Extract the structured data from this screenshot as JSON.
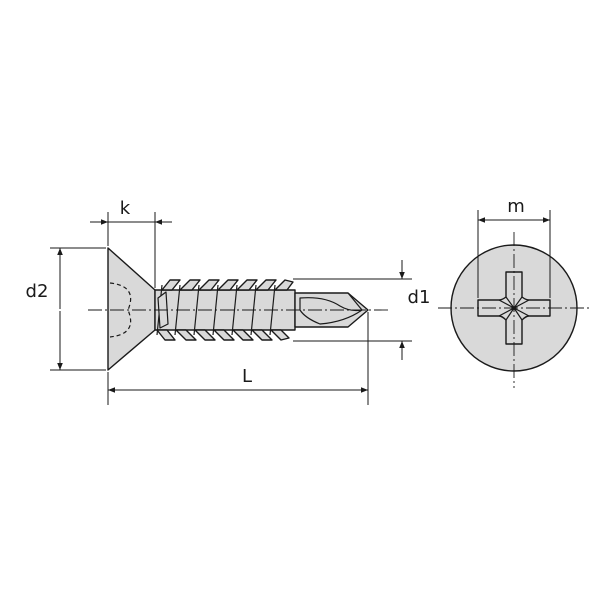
{
  "dimensions": {
    "k": "k",
    "d2": "d2",
    "d1": "d1",
    "L": "L",
    "m": "m"
  },
  "colors": {
    "fill": "#d9d9d9",
    "stroke": "#1a1a1a",
    "background": "#ffffff"
  }
}
